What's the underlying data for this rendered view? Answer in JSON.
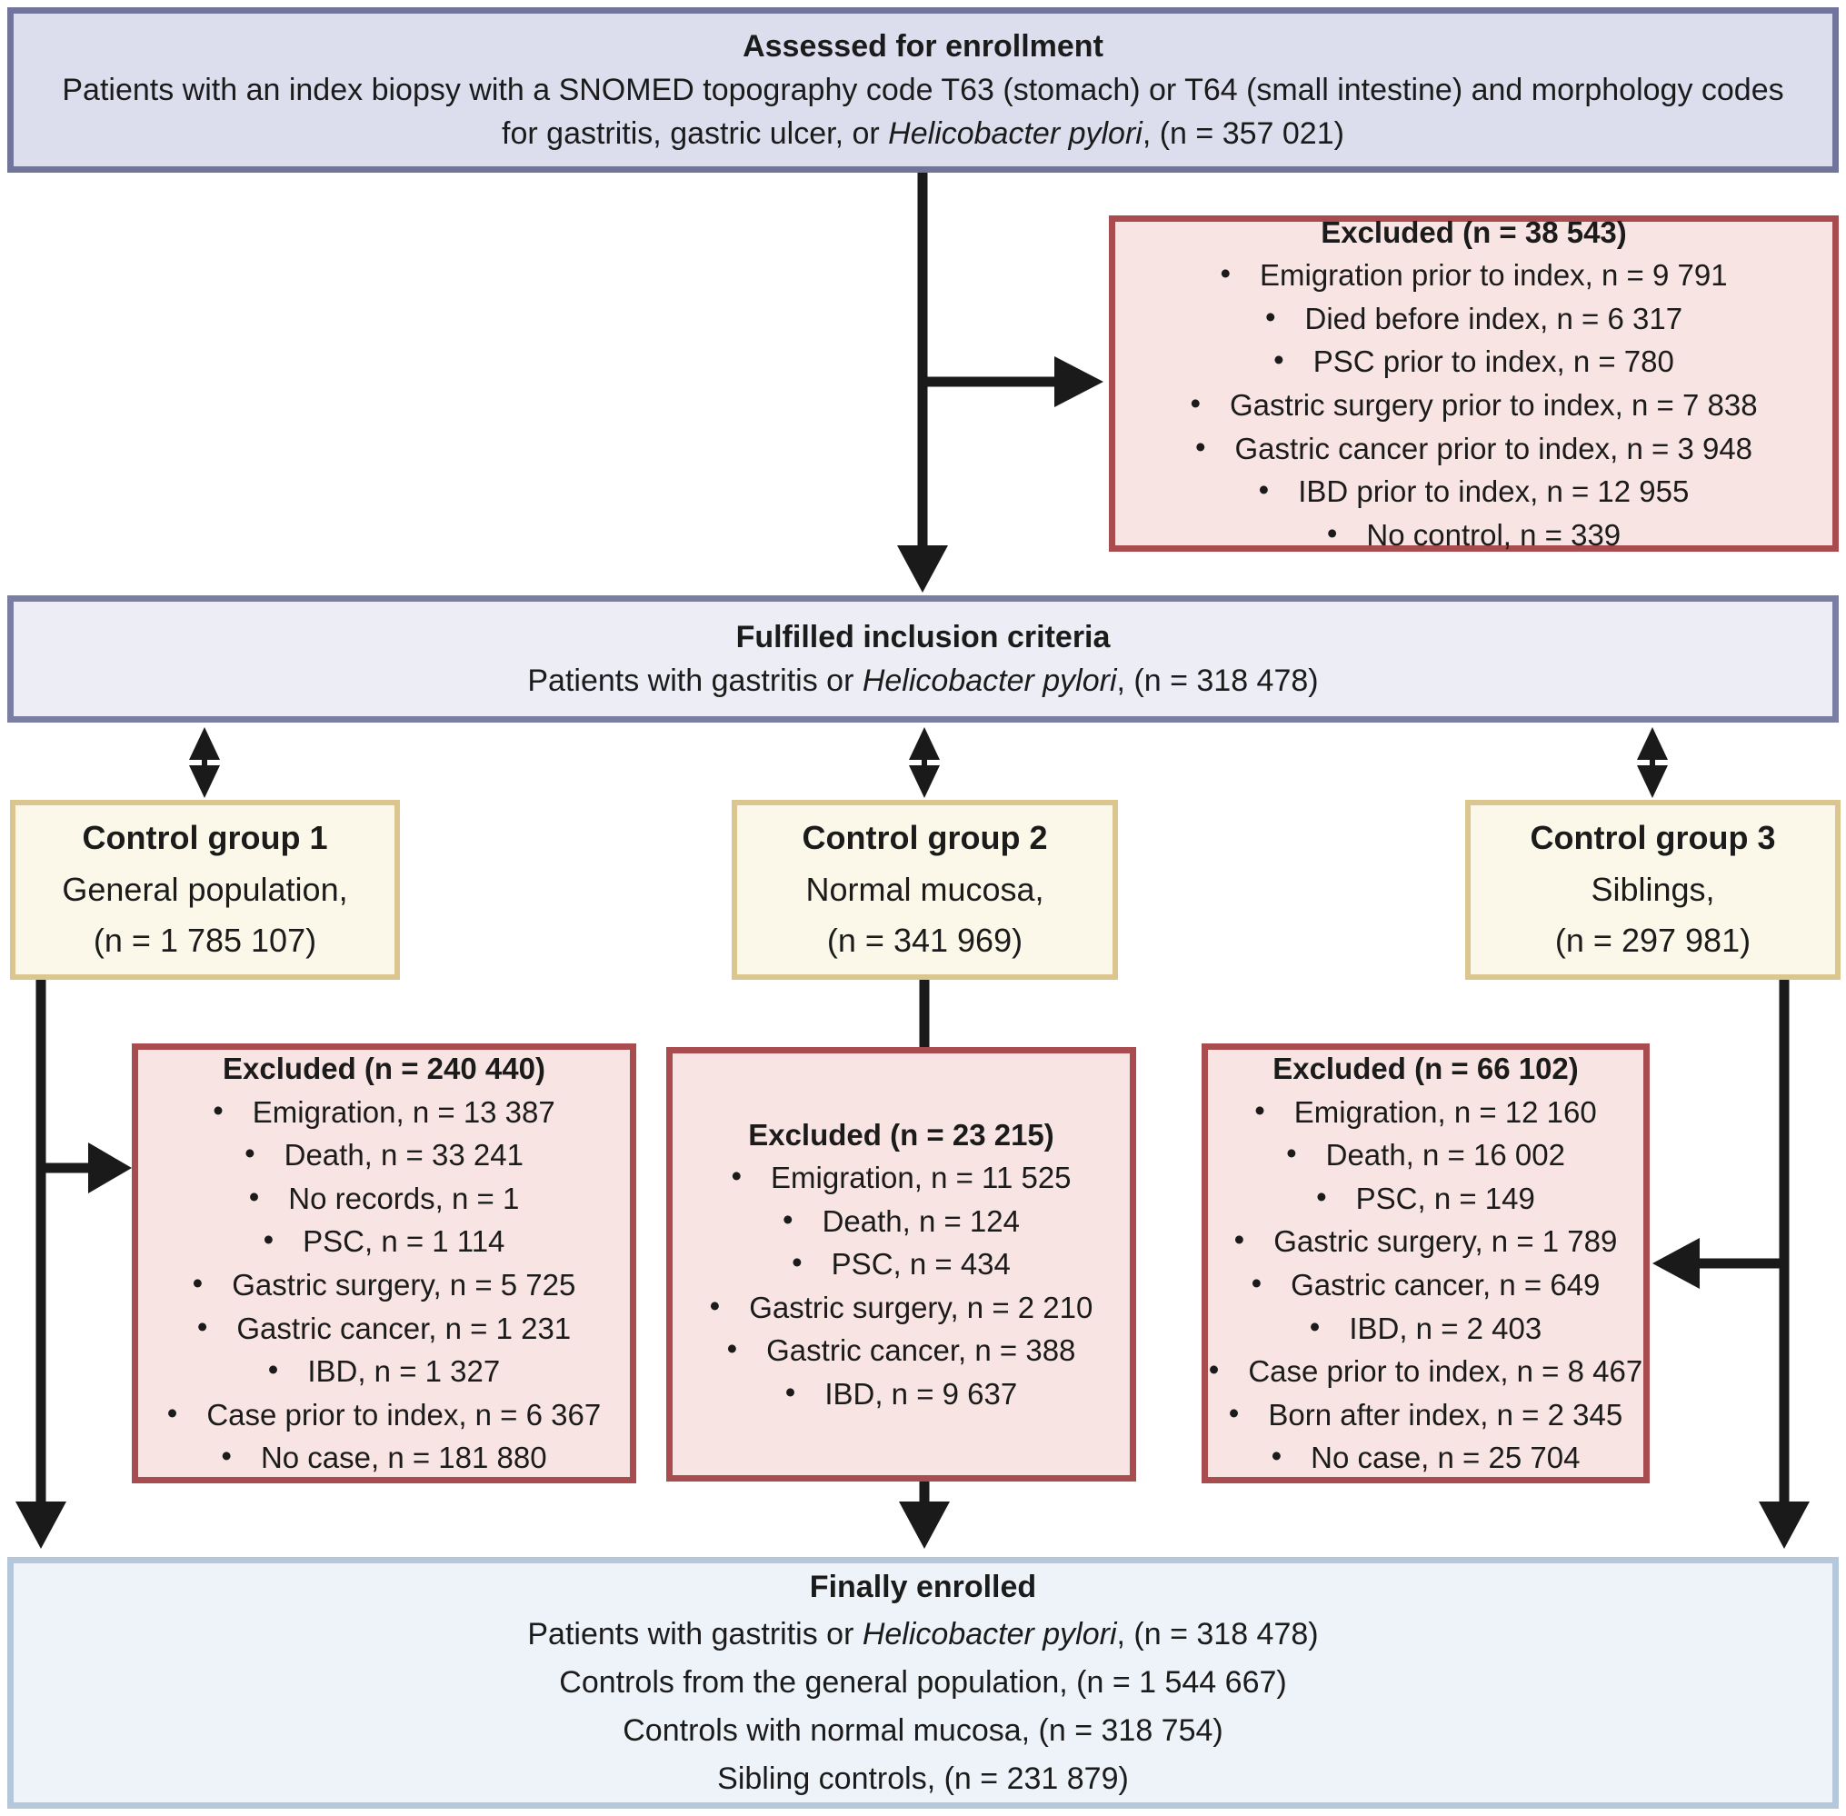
{
  "colors": {
    "assessed_box_bg": "#dcdeee",
    "assessed_box_border": "#71759b",
    "excluded_box_bg": "#f8e5e3",
    "excluded_box_border": "#a94c50",
    "control_box_bg": "#fbf8e9",
    "control_box_border": "#dcc690",
    "final_box_bg": "#eef3f9",
    "final_box_border": "#b5c7da",
    "arrow_color": "#1a1a1a"
  },
  "top_box": {
    "title": "Assessed for enrollment",
    "body_segments": [
      {
        "text": "Patients with an index biopsy with a SNOMED topography code T63 (stomach) or T64 (small intestine) and morphology codes for gastritis, gastric ulcer, or ",
        "italic": false
      },
      {
        "text": "Helicobacter pylori",
        "italic": true
      },
      {
        "text": ",  (n = 357 021)",
        "italic": false
      }
    ]
  },
  "excluded_top": {
    "title": "Excluded (n = 38 543)",
    "items": [
      "Emigration prior to index, n = 9 791",
      "Died before index, n = 6 317",
      "PSC prior to index, n = 780",
      "Gastric surgery prior to index, n = 7 838",
      "Gastric cancer prior to index, n = 3 948",
      "IBD prior to index, n = 12 955",
      "No control, n = 339"
    ]
  },
  "inclusion_box": {
    "title": "Fulfilled inclusion criteria",
    "body_segments": [
      {
        "text": "Patients with gastritis or ",
        "italic": false
      },
      {
        "text": "Helicobacter pylori",
        "italic": true
      },
      {
        "text": ", (n = 318 478)",
        "italic": false
      }
    ]
  },
  "control_groups": [
    {
      "title": "Control group 1",
      "line1": "General population,",
      "line2": "(n = 1 785 107)"
    },
    {
      "title": "Control group 2",
      "line1": "Normal mucosa,",
      "line2": "(n = 341 969)"
    },
    {
      "title": "Control group 3",
      "line1": "Siblings,",
      "line2": "(n = 297 981)"
    }
  ],
  "excluded_groups": [
    {
      "title": "Excluded (n = 240 440)",
      "items": [
        "Emigration, n = 13 387",
        "Death, n = 33 241",
        "No records, n = 1",
        "PSC, n = 1 114",
        "Gastric surgery, n = 5 725",
        "Gastric cancer, n = 1 231",
        "IBD, n = 1 327",
        "Case prior to index, n = 6 367",
        "No case, n = 181 880"
      ]
    },
    {
      "title": "Excluded (n = 23 215)",
      "items": [
        "Emigration, n = 11 525",
        "Death, n = 124",
        "PSC, n = 434",
        "Gastric surgery, n = 2 210",
        "Gastric cancer, n = 388",
        "IBD, n = 9 637"
      ]
    },
    {
      "title": "Excluded (n = 66 102)",
      "items": [
        "Emigration, n = 12 160",
        "Death, n = 16 002",
        "PSC, n = 149",
        "Gastric surgery, n = 1 789",
        "Gastric cancer, n = 649",
        "IBD, n = 2 403",
        "Case prior to index, n = 8 467",
        "Born after index, n = 2 345",
        "No case, n = 25 704"
      ]
    }
  ],
  "final_box": {
    "title": "Finally enrolled",
    "lines": [
      [
        {
          "text": "Patients with gastritis or ",
          "italic": false
        },
        {
          "text": "Helicobacter pylori",
          "italic": true
        },
        {
          "text": ", (n = 318 478)",
          "italic": false
        }
      ],
      [
        {
          "text": "Controls from the general population, (n = 1 544 667)",
          "italic": false
        }
      ],
      [
        {
          "text": "Controls with normal mucosa, (n = 318 754)",
          "italic": false
        }
      ],
      [
        {
          "text": "Sibling controls, (n = 231 879)",
          "italic": false
        }
      ]
    ]
  }
}
